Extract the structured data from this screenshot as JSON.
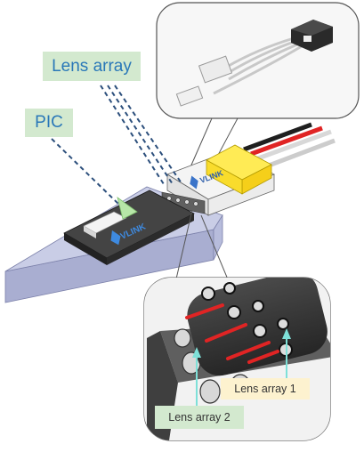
{
  "labels": {
    "lens_array_top": "Lens array",
    "pic": "PIC",
    "lens_array_1": "Lens array 1",
    "lens_array_2": "Lens array 2"
  },
  "logo": {
    "text": "VLINK"
  },
  "colors": {
    "label_green": "#d3e9cf",
    "label_yellow": "#fdf2cf",
    "label_blue_text": "#2a78b8",
    "substrate": "#c9cde6",
    "pic_chip": "#3d3d3d",
    "connector_yellow": "#ffe84a",
    "fiber_red": "#e02424",
    "pointer_cyan": "#7ee0d8"
  }
}
